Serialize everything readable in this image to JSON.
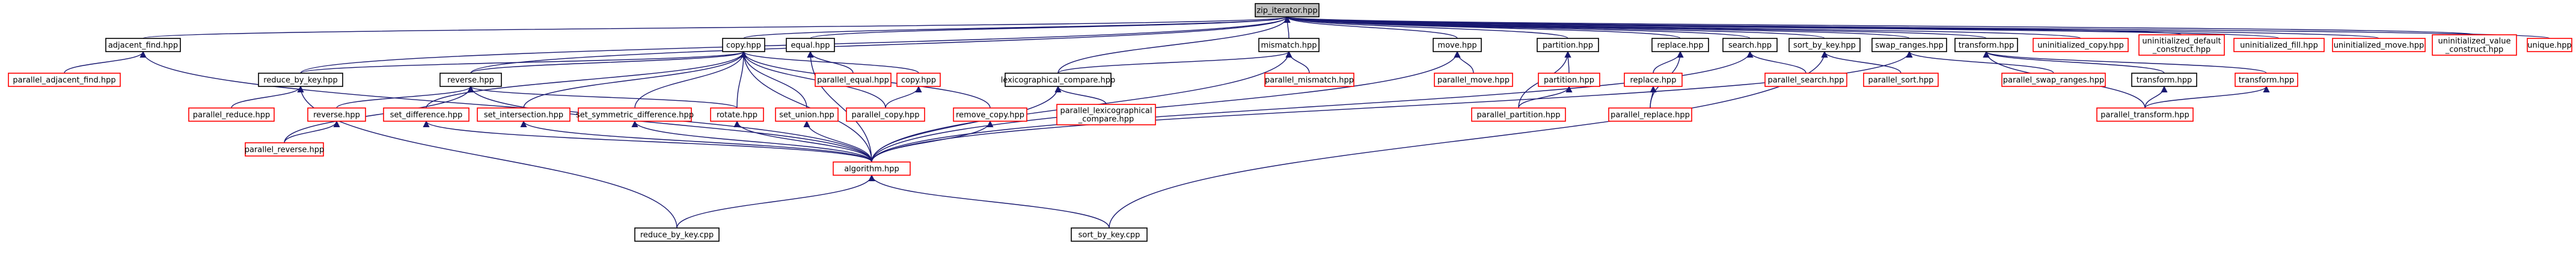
{
  "colors": {
    "edge": "#191970",
    "root_fill": "#bfbfbf",
    "root_border": "#000000",
    "documented_border": "#000000",
    "missing_border": "#ff0000",
    "node_fill": "#ffffff"
  },
  "nodes": [
    {
      "id": "zip_iterator",
      "label": "zip_iterator.hpp",
      "kind": "root"
    },
    {
      "id": "adjacent_find",
      "label": "adjacent_find.hpp",
      "kind": "documented"
    },
    {
      "id": "copy",
      "label": "copy.hpp",
      "kind": "documented"
    },
    {
      "id": "equal",
      "label": "equal.hpp",
      "kind": "documented"
    },
    {
      "id": "mismatch",
      "label": "mismatch.hpp",
      "kind": "documented"
    },
    {
      "id": "move",
      "label": "move.hpp",
      "kind": "documented"
    },
    {
      "id": "partition",
      "label": "partition.hpp",
      "kind": "documented"
    },
    {
      "id": "replace",
      "label": "replace.hpp",
      "kind": "documented"
    },
    {
      "id": "search",
      "label": "search.hpp",
      "kind": "documented"
    },
    {
      "id": "sort_by_key",
      "label": "sort_by_key.hpp",
      "kind": "documented"
    },
    {
      "id": "swap_ranges",
      "label": "swap_ranges.hpp",
      "kind": "documented"
    },
    {
      "id": "transform",
      "label": "transform.hpp",
      "kind": "documented"
    },
    {
      "id": "uninit_copy",
      "label": "uninitialized_copy.hpp",
      "kind": "missing"
    },
    {
      "id": "uninit_default",
      "label": "uninitialized_default\n_construct.hpp",
      "kind": "missing"
    },
    {
      "id": "uninit_fill",
      "label": "uninitialized_fill.hpp",
      "kind": "missing"
    },
    {
      "id": "uninit_move",
      "label": "uninitialized_move.hpp",
      "kind": "missing"
    },
    {
      "id": "uninit_value",
      "label": "uninitialized_value\n_construct.hpp",
      "kind": "missing"
    },
    {
      "id": "unique",
      "label": "unique.hpp",
      "kind": "missing"
    },
    {
      "id": "parallel_adjacent_find",
      "label": "parallel_adjacent_find.hpp",
      "kind": "missing"
    },
    {
      "id": "reduce_by_key",
      "label": "reduce_by_key.hpp",
      "kind": "documented"
    },
    {
      "id": "reverse",
      "label": "reverse.hpp",
      "kind": "documented"
    },
    {
      "id": "parallel_equal",
      "label": "parallel_equal.hpp",
      "kind": "missing"
    },
    {
      "id": "lex_compare",
      "label": "lexicographical_compare.hpp",
      "kind": "documented"
    },
    {
      "id": "parallel_mismatch",
      "label": "parallel_mismatch.hpp",
      "kind": "missing"
    },
    {
      "id": "parallel_move",
      "label": "parallel_move.hpp",
      "kind": "missing"
    },
    {
      "id": "partition_hpp2",
      "label": "partition.hpp",
      "kind": "missing"
    },
    {
      "id": "replace_hpp2",
      "label": "replace.hpp",
      "kind": "missing"
    },
    {
      "id": "parallel_search",
      "label": "parallel_search.hpp",
      "kind": "missing"
    },
    {
      "id": "parallel_sort",
      "label": "parallel_sort.hpp",
      "kind": "missing"
    },
    {
      "id": "parallel_swap_ranges",
      "label": "parallel_swap_ranges.hpp",
      "kind": "missing"
    },
    {
      "id": "transform_hpp2",
      "label": "transform.hpp",
      "kind": "documented"
    },
    {
      "id": "transform_hpp3",
      "label": "transform.hpp",
      "kind": "missing"
    },
    {
      "id": "copy_hpp2",
      "label": "copy.hpp",
      "kind": "missing"
    },
    {
      "id": "parallel_reduce",
      "label": "parallel_reduce.hpp",
      "kind": "missing"
    },
    {
      "id": "reverse_hpp2",
      "label": "reverse.hpp",
      "kind": "missing"
    },
    {
      "id": "set_difference",
      "label": "set_difference.hpp",
      "kind": "missing"
    },
    {
      "id": "set_intersection",
      "label": "set_intersection.hpp",
      "kind": "missing"
    },
    {
      "id": "set_sym_diff",
      "label": "set_symmetric_difference.hpp",
      "kind": "missing"
    },
    {
      "id": "rotate",
      "label": "rotate.hpp",
      "kind": "missing"
    },
    {
      "id": "set_union",
      "label": "set_union.hpp",
      "kind": "missing"
    },
    {
      "id": "parallel_copy",
      "label": "parallel_copy.hpp",
      "kind": "missing"
    },
    {
      "id": "remove_copy",
      "label": "remove_copy.hpp",
      "kind": "missing"
    },
    {
      "id": "parallel_lex_compare",
      "label": "parallel_lexicographical\n_compare.hpp",
      "kind": "missing"
    },
    {
      "id": "parallel_partition",
      "label": "parallel_partition.hpp",
      "kind": "missing"
    },
    {
      "id": "parallel_replace",
      "label": "parallel_replace.hpp",
      "kind": "missing"
    },
    {
      "id": "parallel_transform",
      "label": "parallel_transform.hpp",
      "kind": "missing"
    },
    {
      "id": "parallel_reverse",
      "label": "parallel_reverse.hpp",
      "kind": "missing"
    },
    {
      "id": "algorithm",
      "label": "algorithm.hpp",
      "kind": "missing"
    },
    {
      "id": "reduce_by_key_cpp",
      "label": "reduce_by_key.cpp",
      "kind": "documented"
    },
    {
      "id": "sort_by_key_cpp",
      "label": "sort_by_key.cpp",
      "kind": "documented"
    }
  ],
  "edges": [
    [
      "zip_iterator",
      "adjacent_find"
    ],
    [
      "zip_iterator",
      "copy"
    ],
    [
      "zip_iterator",
      "equal"
    ],
    [
      "zip_iterator",
      "mismatch"
    ],
    [
      "zip_iterator",
      "move"
    ],
    [
      "zip_iterator",
      "partition"
    ],
    [
      "zip_iterator",
      "replace"
    ],
    [
      "zip_iterator",
      "search"
    ],
    [
      "zip_iterator",
      "sort_by_key"
    ],
    [
      "zip_iterator",
      "swap_ranges"
    ],
    [
      "zip_iterator",
      "transform"
    ],
    [
      "zip_iterator",
      "uninit_copy"
    ],
    [
      "zip_iterator",
      "uninit_default"
    ],
    [
      "zip_iterator",
      "uninit_fill"
    ],
    [
      "zip_iterator",
      "uninit_move"
    ],
    [
      "zip_iterator",
      "uninit_value"
    ],
    [
      "zip_iterator",
      "unique"
    ],
    [
      "zip_iterator",
      "reduce_by_key"
    ],
    [
      "zip_iterator",
      "reverse"
    ],
    [
      "zip_iterator",
      "lex_compare"
    ],
    [
      "adjacent_find",
      "parallel_adjacent_find"
    ],
    [
      "adjacent_find",
      "algorithm"
    ],
    [
      "copy",
      "reduce_by_key"
    ],
    [
      "copy",
      "reverse"
    ],
    [
      "copy",
      "copy_hpp2"
    ],
    [
      "copy",
      "set_difference"
    ],
    [
      "copy",
      "set_intersection"
    ],
    [
      "copy",
      "set_sym_diff"
    ],
    [
      "copy",
      "rotate"
    ],
    [
      "copy",
      "set_union"
    ],
    [
      "copy",
      "parallel_copy"
    ],
    [
      "copy",
      "remove_copy"
    ],
    [
      "copy",
      "algorithm"
    ],
    [
      "equal",
      "parallel_equal"
    ],
    [
      "equal",
      "algorithm"
    ],
    [
      "mismatch",
      "lex_compare"
    ],
    [
      "mismatch",
      "parallel_mismatch"
    ],
    [
      "mismatch",
      "algorithm"
    ],
    [
      "move",
      "parallel_move"
    ],
    [
      "move",
      "algorithm"
    ],
    [
      "partition",
      "partition_hpp2"
    ],
    [
      "partition",
      "parallel_partition"
    ],
    [
      "partition_hpp2",
      "parallel_partition"
    ],
    [
      "replace",
      "replace_hpp2"
    ],
    [
      "replace",
      "parallel_replace"
    ],
    [
      "replace_hpp2",
      "parallel_replace"
    ],
    [
      "search",
      "parallel_search"
    ],
    [
      "search",
      "algorithm"
    ],
    [
      "sort_by_key",
      "parallel_sort"
    ],
    [
      "sort_by_key",
      "sort_by_key_cpp"
    ],
    [
      "swap_ranges",
      "parallel_swap_ranges"
    ],
    [
      "swap_ranges",
      "algorithm"
    ],
    [
      "transform",
      "transform_hpp2"
    ],
    [
      "transform",
      "transform_hpp3"
    ],
    [
      "transform",
      "parallel_transform"
    ],
    [
      "transform_hpp2",
      "parallel_transform"
    ],
    [
      "transform_hpp3",
      "parallel_transform"
    ],
    [
      "reduce_by_key",
      "parallel_reduce"
    ],
    [
      "reduce_by_key",
      "reduce_by_key_cpp"
    ],
    [
      "reverse",
      "reverse_hpp2"
    ],
    [
      "reverse",
      "parallel_reverse"
    ],
    [
      "reverse",
      "rotate"
    ],
    [
      "reverse",
      "algorithm"
    ],
    [
      "reverse_hpp2",
      "parallel_reverse"
    ],
    [
      "lex_compare",
      "parallel_lex_compare"
    ],
    [
      "lex_compare",
      "algorithm"
    ],
    [
      "copy_hpp2",
      "parallel_copy"
    ],
    [
      "set_difference",
      "algorithm"
    ],
    [
      "set_intersection",
      "algorithm"
    ],
    [
      "set_sym_diff",
      "algorithm"
    ],
    [
      "rotate",
      "algorithm"
    ],
    [
      "set_union",
      "algorithm"
    ],
    [
      "remove_copy",
      "algorithm"
    ],
    [
      "algorithm",
      "reduce_by_key_cpp"
    ],
    [
      "algorithm",
      "sort_by_key_cpp"
    ]
  ]
}
